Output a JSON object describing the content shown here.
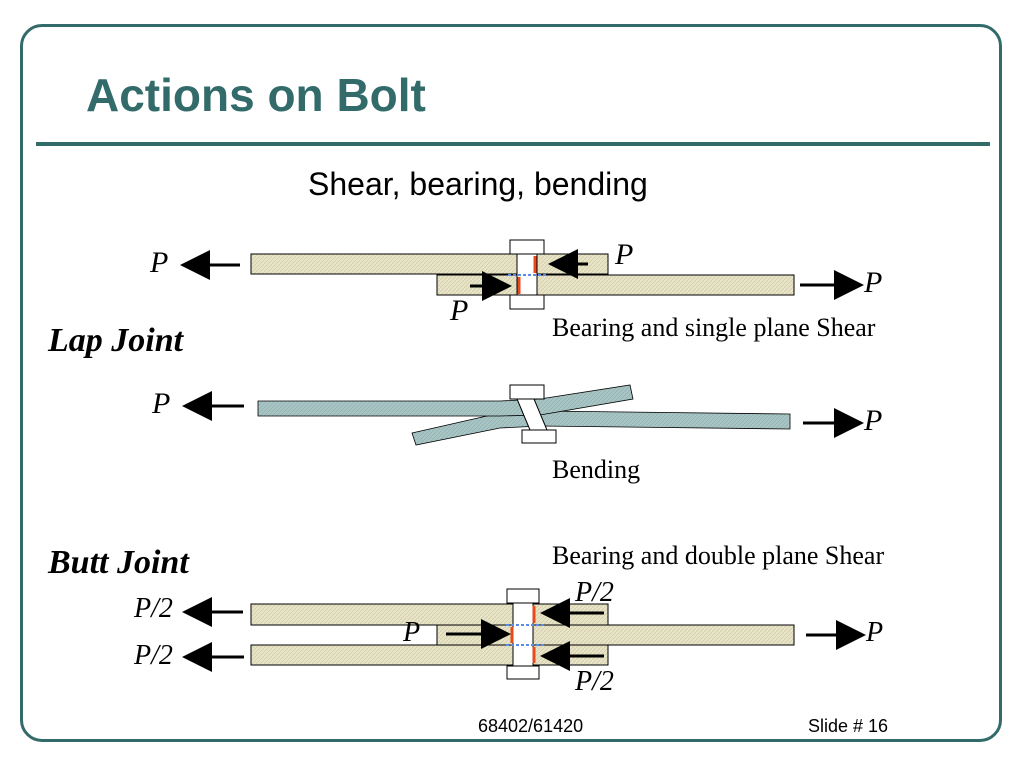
{
  "slide": {
    "title": "Actions on Bolt",
    "subtitle": "Shear, bearing, bending",
    "footer_code": "68402/61420",
    "footer_slide": "Slide # 16"
  },
  "lap_joint": {
    "heading": "Lap Joint",
    "shear_caption": "Bearing and single plane Shear",
    "bending_caption": "Bending",
    "force_label": "P"
  },
  "butt_joint": {
    "heading": "Butt Joint",
    "caption": "Bearing and double plane Shear",
    "force_full": "P",
    "force_half": "P/2"
  },
  "colors": {
    "frame": "#336b6b",
    "plate_fill": "#e8e4c8",
    "bend_plate_fill": "#a9c4c4",
    "bearing_mark": "#e84a1c",
    "shear_plane": "#5a8de8"
  }
}
